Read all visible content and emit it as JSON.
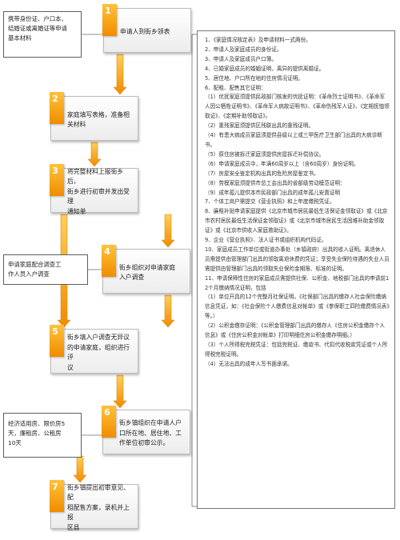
{
  "steps": [
    {
      "num": "1",
      "text": "申请人到街乡领表"
    },
    {
      "num": "2",
      "text": "家庭填写表格，准备相\n关材料"
    },
    {
      "num": "3",
      "text": "将完整材料上报街乡后，\n街乡进行初审并发出受理\n通知单"
    },
    {
      "num": "4",
      "text": "街乡组织对申请家庭\n入户调查"
    },
    {
      "num": "5",
      "text": "街乡填入户调查无异议\n的申请家庭，组织进行评\n议"
    },
    {
      "num": "6",
      "text": "街乡镇组织在申请人户\n口所在地、居住地、工\n作单位初审公示。"
    },
    {
      "num": "7",
      "text": "街乡镇提出初审意见、配\n租配售方案，录机并上报\n区县"
    }
  ],
  "side_boxes": {
    "materials": "携带身份证、户口本、\n结婚证或离婚证等申请\n基本材料",
    "survey": "申请家庭配合调查工\n作人员入户调查",
    "rent_types": "经济适用房、限价房5\n天，廉租房、公租房\n10天"
  },
  "requirements": [
    "1、《家庭情况核定表》及申请材料一式两份。",
    "2、申请人及家庭成员的身份证。",
    "3、申请人及家庭成员户口簿。",
    "4、已婚家庭成员的婚姻证明，离异的提供离婚证。",
    "5、居住地、户口所在地的住房情况证明。",
    "6、配租、配售其它证明：",
    "（1）优抚家庭须提供民政部门核发的优抚证明：《革命烈士证明书》、《革命军人因公牺牲证明书》、《革命军人病故证明书》、《革命伤残军人证》、《定期抚恤领取证》、《定期补助领取证》。",
    "（2）重残家庭须提供区残联出具的重残证明。",
    "（4）有患大病成员家庭须提供县级以上或三甲医疗卫生部门出具的大病诊断书。",
    "（5）原住房被拆迁家庭须提供房屋拆迁补偿协议。",
    "（6）申请家庭成员中，年满60周岁以上（含60周岁）身份证明。",
    "（7）房屋安全鉴定机构出具的危险房屋鉴定书。",
    "（8）劳模家庭须提供市总工会出具的省部级劳动模范证明：",
    "（9）成年孤儿提供本市民政部门出具的成年孤儿安置证明",
    "7、个体工商户需提交《营业执照》和上年度缴税凭证。",
    "8、廉租补贴申请家庭提供《北京市城市居民最低生活保证金领取证》或《北京市农村居民最低生活保证金领取证》或《北京市城市居民生活困难补助金领取证》或《北京市供收入家庭救助证》。",
    "9、企业《营业执照》、法人证书或组织机构代码证。",
    "10、家庭成员工作单位或街道办事处（乡镇政府）出具的收入证明。离退休人员需提供由管理部门出具的领取离退休费的凭证；享受失业保险待遇的失业人员需提供由管理部门出具的领取失业保险金期限、标准的证明。",
    "11、申请保障性住房的家庭成员需提供社保、公积金、地税部门出具的申请前12个月缴纳情况证明，包括",
    "（1）单位开具的12个完整月社保证明。《社保部门出具的缴存人社会保险缴纳信息凭证，如：《社会保险个人缴费信息对帐单》或《参保职工四险缴费情况表》等。）",
    "（2）公积金缴存证明：《公积金管理部门出具的缴存人《住房公积金缴存个人信息》或《住房公积金对帐单》打印明细住房公积金缴存明细。）",
    "（3）个人所得税完税凭证：包括完税证、缴款书、代扣代收税款凭证或个人所得税完税证明。",
    "（4）无法出具的成年人写书面承诺。"
  ],
  "colors": {
    "accent": "#f0900a",
    "arrow": "#f4a316",
    "line": "#6e6e6e"
  }
}
